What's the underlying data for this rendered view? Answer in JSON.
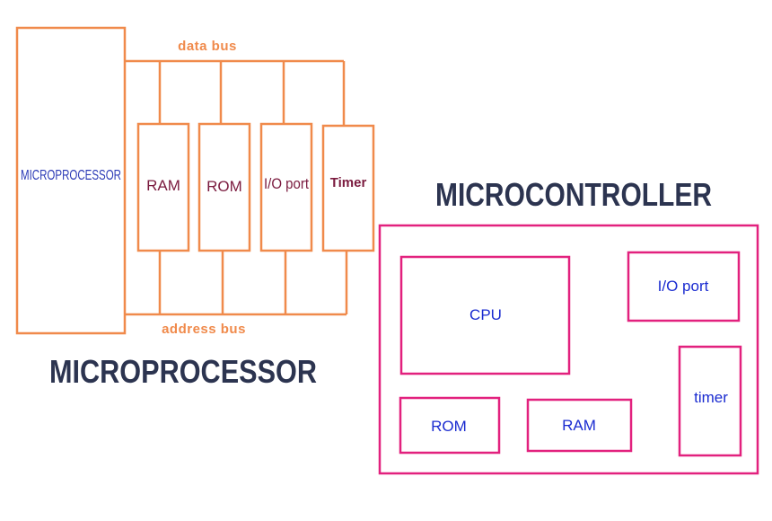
{
  "microprocessor": {
    "title": "MICROPROCESSOR",
    "cpu_label": "MICROPROCESSOR",
    "data_bus_label": "data bus",
    "address_bus_label": "address bus",
    "modules": {
      "ram": "RAM",
      "rom": "ROM",
      "io_port": "I/O port",
      "timer": "Timer"
    }
  },
  "microcontroller": {
    "title": "MICROCONTROLLER",
    "modules": {
      "cpu": "CPU",
      "io_port": "I/O port",
      "rom": "ROM",
      "ram": "RAM",
      "timer": "timer"
    }
  },
  "colors": {
    "microprocessor_stroke": "#f08a4b",
    "microcontroller_stroke": "#e2217e",
    "title_text": "#2c3450",
    "cpu_text": "#2b3ab6",
    "mp_module_text": "#7a1a3e",
    "mc_module_text": "#1a2bd0"
  }
}
